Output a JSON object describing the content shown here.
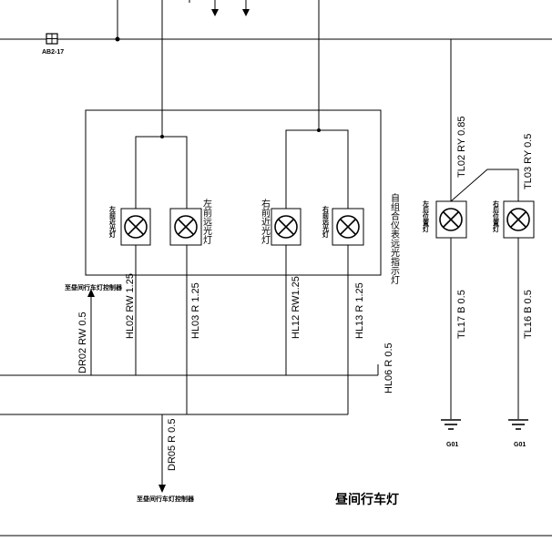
{
  "connector_id": "AB2-17",
  "title": "昼间行车灯",
  "labels": {
    "to_controller_top": "至昼间行车灯控制器",
    "to_controller_bottom": "至昼间行车灯控制器",
    "left_front_high": "左前远光灯",
    "right_front_near": "右前近光灯",
    "left_front_near_tiny": "左前近光灯",
    "right_front_high_tiny": "右前远光灯",
    "from_cluster": "自组合仪表远光指示灯",
    "left_rear_pos": "左后位置灯",
    "right_rear_pos": "右后位置灯",
    "ground1": "G01",
    "ground2": "G01"
  },
  "wires": {
    "hl02": "HL02 RW 1.25",
    "hl03": "HL03 R 1.25",
    "hl12": "HL12 RW1.25",
    "hl13": "HL13 R 1.25",
    "hl06": "HL06 R 0.5",
    "dr02": "DR02 RW 0.5",
    "dr05": "DR05 R 0.5",
    "tl02": "TL02 RY 0.85",
    "tl03": "TL03 RY 0.5",
    "tl17": "TL17 B 0.5",
    "tl16": "TL16 B 0.5"
  }
}
